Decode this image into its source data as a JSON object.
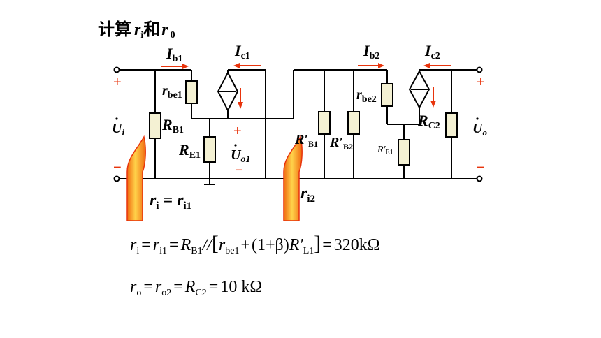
{
  "title": {
    "prefix": "计算",
    "r1": "r",
    "s1": "i",
    "mid": "和",
    "r2": "r",
    "s2": "0"
  },
  "labels": {
    "ib1": {
      "main": "I",
      "sub": "b1"
    },
    "ic1": {
      "main": "I",
      "sub": "c1"
    },
    "ib2": {
      "main": "I",
      "sub": "b2"
    },
    "ic2": {
      "main": "I",
      "sub": "c2"
    },
    "rbe1": {
      "main": "r",
      "sub": "be1"
    },
    "rbe2": {
      "main": "r",
      "sub": "be2"
    },
    "rb1": {
      "main": "R",
      "sub": "B1"
    },
    "re1": {
      "main": "R",
      "sub": "E1"
    },
    "uo1": {
      "main": "U",
      "sub": "o1"
    },
    "rb1p": {
      "main": "R′",
      "sub": "B1"
    },
    "rb2p": {
      "main": "R′",
      "sub": "B2"
    },
    "re1p": {
      "main": "R′",
      "sub": "E1"
    },
    "rc2": {
      "main": "R",
      "sub": "C2"
    },
    "ui": {
      "main": "U",
      "sub": "i"
    },
    "uo": {
      "main": "U",
      "sub": "o"
    },
    "ri_eq": {
      "a": "r",
      "as": "i",
      "eq": " = ",
      "b": "r",
      "bs": "i1"
    },
    "ri2": {
      "main": "r",
      "sub": "i2"
    },
    "plus": "+",
    "minus": "−"
  },
  "formulas": {
    "f1": {
      "r": "r",
      "rs": "i",
      "eq1": "=",
      "r2": "r",
      "r2s": "i1",
      "eq2": "=",
      "R": "R",
      "Rs": "B1",
      "par": "//",
      "lb": "[",
      "rbe": "r",
      "rbes": "be1",
      "plus": "+",
      "beta": "(1+β)",
      "RL": "R′",
      "RLs": "L1",
      "rb": "]",
      "eq3": "=",
      "val": "320kΩ"
    },
    "f2": {
      "r": "r",
      "rs": "o",
      "eq1": "=",
      "r2": "r",
      "r2s": "o2",
      "eq2": "=",
      "R": "R",
      "Rs": "C2",
      "eq3": "=",
      "val": "10 kΩ"
    }
  },
  "colors": {
    "accent": "#e8340c",
    "resistor": "#f4f1d3",
    "flame_outer": "#f06a10",
    "flame_inner": "#ffd24a"
  }
}
